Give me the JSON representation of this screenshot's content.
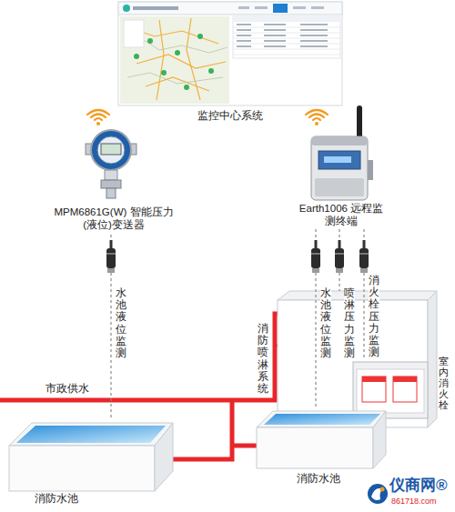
{
  "diagram": {
    "nodes": [
      {
        "text": [
          "监控中心系统"
        ]
      },
      {
        "text": [
          "MPM6861G(W) 智能压力(液位)变送器"
        ]
      },
      {
        "text": [
          "Earth1006 远程监测终端"
        ]
      },
      {
        "text": [
          "消防水池"
        ]
      },
      {
        "text": [
          "消防喷淋系统"
        ]
      },
      {
        "text": [
          "室内消火栓"
        ],
        "in": 4
      },
      {
        "text": [
          "消防水池"
        ]
      }
    ],
    "edges": [
      {
        "from": 1,
        "to": 3,
        "arrow": "none",
        "label": "水池液位监测"
      },
      {
        "from": 2,
        "to": 6,
        "arrow": "none",
        "label": "水池液位监测"
      },
      {
        "from": 2,
        "to": 4,
        "arrow": "none",
        "label": "喷淋压力监测"
      },
      {
        "from": 2,
        "to": 5,
        "arrow": "none",
        "label": "消火栓压力监测"
      }
    ],
    "labels": [
      "市政供水",
      "仪商网®",
      "861718.com"
    ]
  }
}
